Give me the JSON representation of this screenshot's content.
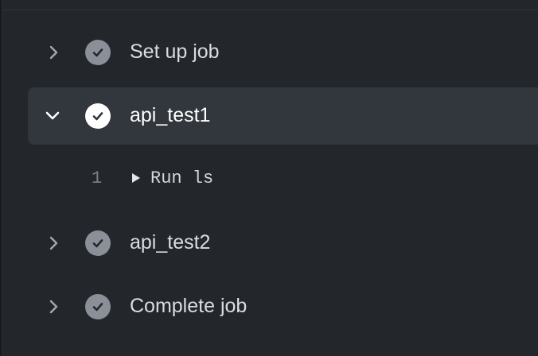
{
  "steps": [
    {
      "label": "Set up job",
      "status": "success",
      "expanded": false,
      "icon": "check-circle-icon"
    },
    {
      "label": "api_test1",
      "status": "success",
      "expanded": true,
      "icon": "check-circle-icon"
    },
    {
      "label": "api_test2",
      "status": "success",
      "expanded": false,
      "icon": "check-circle-icon"
    },
    {
      "label": "Complete job",
      "status": "success",
      "expanded": false,
      "icon": "check-circle-icon"
    }
  ],
  "log": {
    "line_number": "1",
    "text": "Run ls"
  },
  "colors": {
    "background": "#23262b",
    "expanded_row": "#32363d",
    "check_muted": "#8a8f98",
    "check_active": "#ffffff",
    "text": "#d9dde3"
  }
}
